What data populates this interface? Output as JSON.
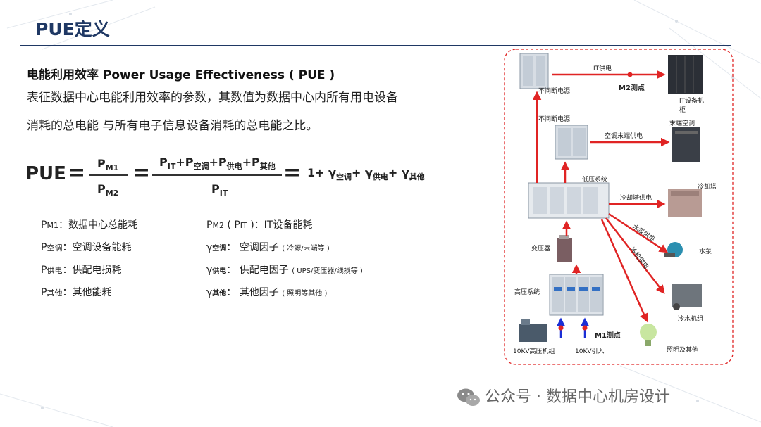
{
  "header": {
    "title": "PUE定义"
  },
  "intro": {
    "subtitle": "电能利用效率 Power Usage Effectiveness ( PUE )",
    "line1": "表征数据中心电能利用效率的参数，其数值为数据中心内所有用电设备",
    "line2": "消耗的总电能 与所有电子信息设备消耗的总电能之比。"
  },
  "formula": {
    "lhs": "PUE",
    "eq": "=",
    "p": "P",
    "m1": "M1",
    "m2": "M2",
    "it": "IT",
    "plus": "+",
    "kt": "空调",
    "gd": "供电",
    "qt": "其他",
    "one": "1+",
    "gamma": "γ"
  },
  "legend": {
    "pm1": {
      "p": "P",
      "sub": "M1",
      "text": "：数据中心总能耗"
    },
    "pkt": {
      "p": "P",
      "sub": "空调",
      "text": "：空调设备能耗"
    },
    "pgd": {
      "p": "P",
      "sub": "供电",
      "text": "：供配电损耗"
    },
    "pqt": {
      "p": "P",
      "sub": "其他",
      "text": "：其他能耗"
    },
    "pm2": {
      "p": "P",
      "sub": "M2",
      "mid": "( P",
      "sub2": "IT",
      "text": ")：IT设备能耗"
    },
    "gkt": {
      "g": "γ",
      "sub": "空调",
      "text": "： 空调因子",
      "note": "( 冷源/末端等 )"
    },
    "ggd": {
      "g": "γ",
      "sub": "供电",
      "text": "： 供配电因子",
      "note": "( UPS/变压器/线损等 )"
    },
    "gqt": {
      "g": "γ",
      "sub": "其他",
      "text": "： 其他因子",
      "note": "( 照明等其他 )"
    }
  },
  "diagram": {
    "ups1": "不间断电源",
    "it_supply": "IT供电",
    "m2_point": "M2测点",
    "it_cabinet": "IT设备机柜",
    "ups2": "不间断电源",
    "ac_end_supply": "空调末端供电",
    "end_ac": "末端空调",
    "lv_system": "低压系统",
    "cooling_tower_supply": "冷却塔供电",
    "cooling_tower": "冷却塔",
    "pump_supply": "水泵供电",
    "pump": "水泵",
    "chiller_supply": "冷机供电",
    "chiller": "冷水机组",
    "transformer": "变压器",
    "hv_system": "高压系统",
    "m1_point": "M1测点",
    "hv_generator": "10KV高压机组",
    "kv_inlet": "10KV引入",
    "lighting": "照明及其他"
  },
  "watermark": {
    "text": "公众号 · 数据中心机房设计"
  },
  "colors": {
    "title": "#1f3864",
    "arrow": "#e02424",
    "dashed": "#e02424",
    "blue_arrow": "#1a2fd6"
  }
}
